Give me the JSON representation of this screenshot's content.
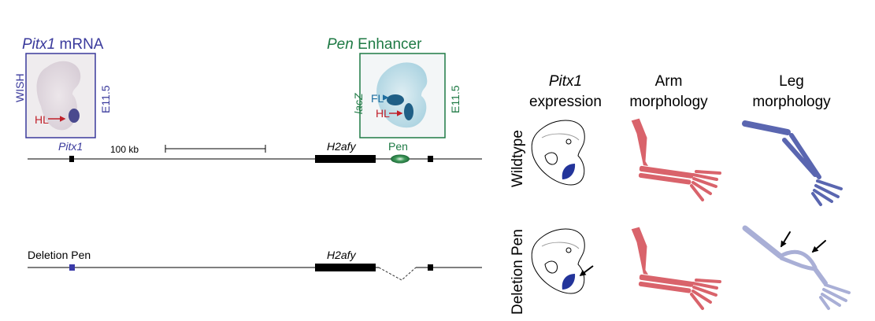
{
  "colors": {
    "blue": "#3a3a9c",
    "green": "#1f7a45",
    "red": "#c0202a",
    "arm": "#d9636b",
    "leg": "#5a66b0",
    "leg_pale": "#a9afd6",
    "lacz": "#2a8ab0"
  },
  "left_panel": {
    "wish": {
      "title_italic": "Pitx1",
      "title_rest": " mRNA",
      "side_left": "WISH",
      "side_right": "E11.5",
      "arrow_label": "HL"
    },
    "enhancer": {
      "title_italic": "Pen",
      "title_rest": " Enhancer",
      "side_left": "lacZ",
      "side_right": "E11.5",
      "arrow_label_fl": "FL",
      "arrow_label_hl": "HL"
    },
    "wildtype_locus": {
      "pitx1_label": "Pitx1",
      "scale_label": "100 kb",
      "h2afy_label": "H2afy",
      "pen_label": "Pen"
    },
    "deletion_locus": {
      "title": "Deletion Pen",
      "h2afy_label": "H2afy"
    }
  },
  "right_panel": {
    "columns": [
      {
        "line1": "Pitx1",
        "line2": "expression"
      },
      {
        "line1": "Arm",
        "line2": "morphology"
      },
      {
        "line1": "Leg",
        "line2": "morphology"
      }
    ],
    "rows": [
      "Wildtype",
      "Deletion Pen"
    ]
  }
}
